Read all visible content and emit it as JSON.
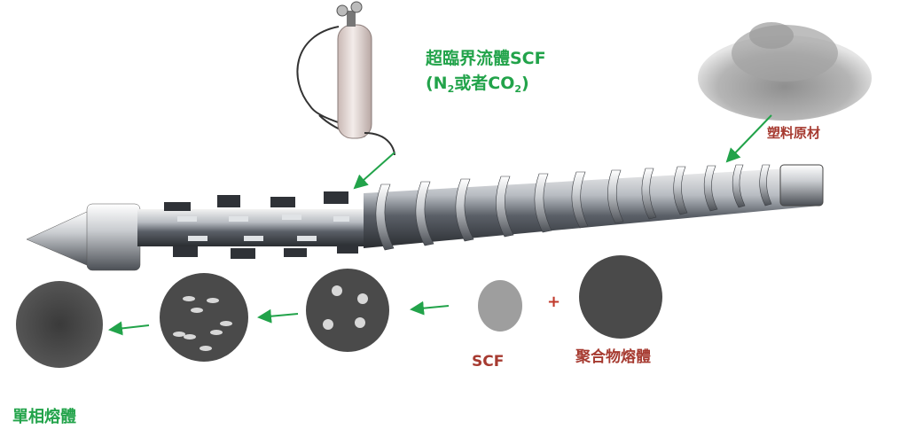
{
  "labels": {
    "scf_line1": "超臨界流體SCF",
    "scf_paren_open": "(N",
    "scf_sub1": "2",
    "scf_mid": "或者CO",
    "scf_sub2": "2",
    "scf_paren_close": ")",
    "raw_material": "塑料原材",
    "scf": "SCF",
    "plus": "+",
    "polymer_melt": "聚合物熔體",
    "single_phase_melt": "單相熔體"
  },
  "colors": {
    "green": "#22a34a",
    "red_label": "#a63a30",
    "dark_disc": "#4a4a4a",
    "scf_disc": "#9e9e9e"
  }
}
